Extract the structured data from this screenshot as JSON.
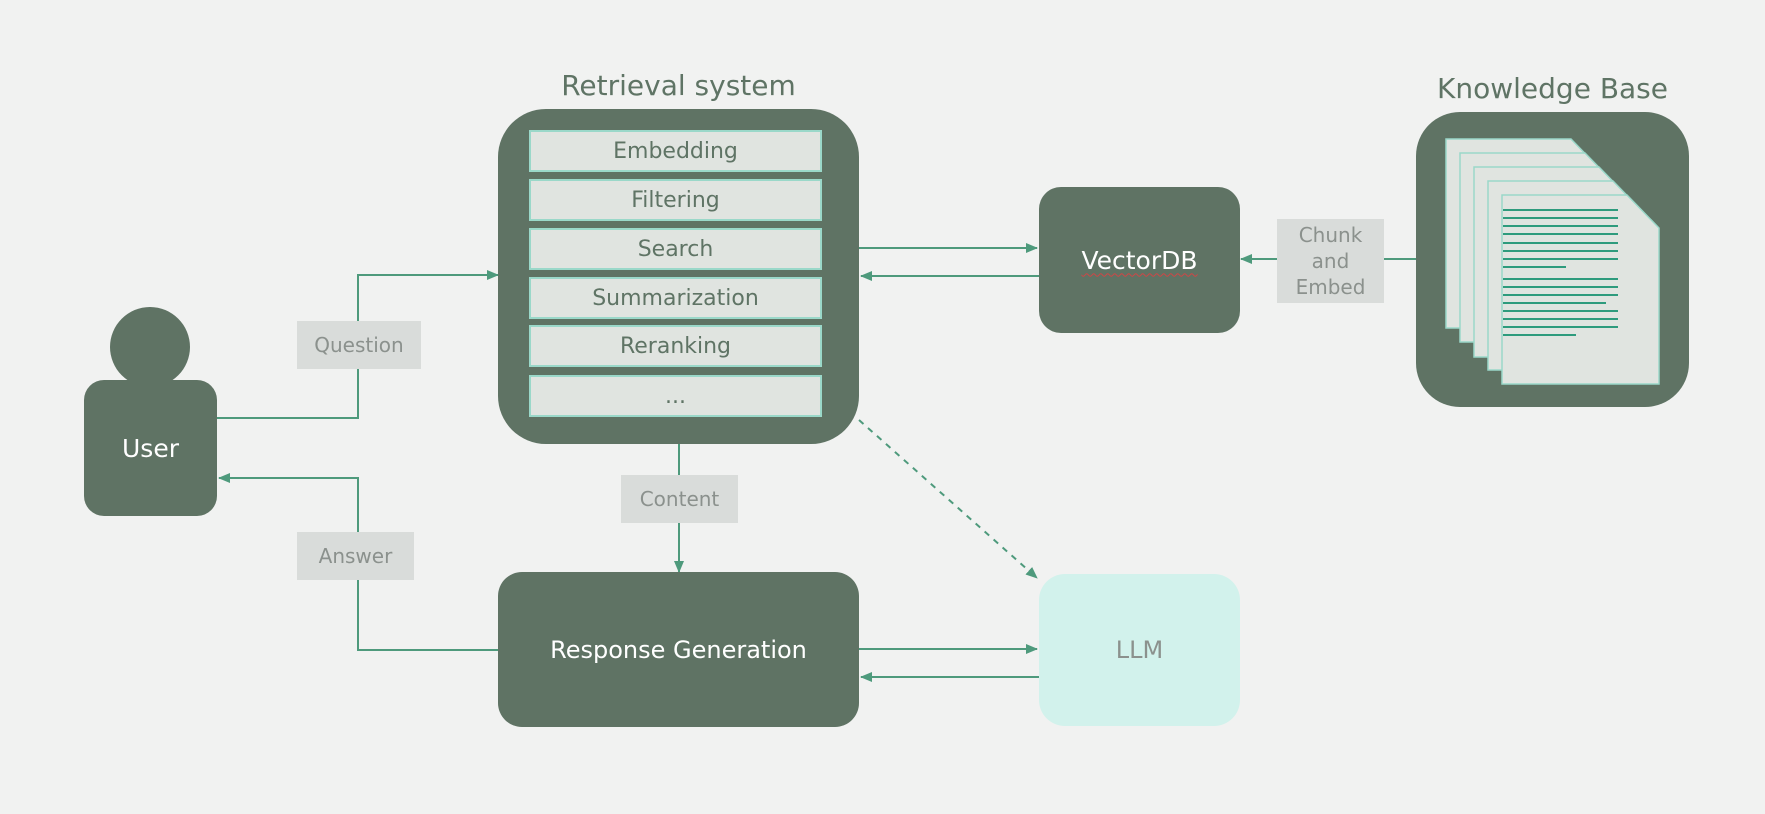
{
  "retrieval": {
    "title": "Retrieval system",
    "steps": [
      "Embedding",
      "Filtering",
      "Search",
      "Summarization",
      "Reranking",
      "..."
    ]
  },
  "knowledge_base": {
    "title": "Knowledge Base"
  },
  "vectordb": {
    "label": "VectorDB"
  },
  "user": {
    "label": "User"
  },
  "response": {
    "label": "Response Generation"
  },
  "llm": {
    "label": "LLM"
  },
  "edges": {
    "question": "Question",
    "answer": "Answer",
    "content": "Content",
    "chunk_embed": [
      "Chunk",
      "and",
      "Embed"
    ]
  },
  "colors": {
    "box": "#5f7364",
    "arrow": "#4e9a7c",
    "llm_fill": "#d2f2ec",
    "step_border": "#9ad8c9"
  }
}
